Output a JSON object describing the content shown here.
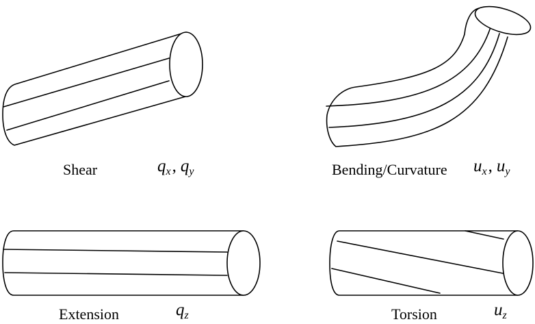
{
  "panels": [
    {
      "label": "Shear",
      "variables": [
        {
          "symbol": "q",
          "subscript": "x"
        },
        {
          "symbol": "q",
          "subscript": "y"
        }
      ]
    },
    {
      "label": "Bending/Curvature",
      "variables": [
        {
          "symbol": "u",
          "subscript": "x"
        },
        {
          "symbol": "u",
          "subscript": "y"
        }
      ]
    },
    {
      "label": "Extension",
      "variables": [
        {
          "symbol": "q",
          "subscript": "z"
        }
      ]
    },
    {
      "label": "Torsion",
      "variables": [
        {
          "symbol": "u",
          "subscript": "z"
        }
      ]
    }
  ],
  "colors": {
    "stroke": "#000000",
    "fill": "#ffffff"
  }
}
